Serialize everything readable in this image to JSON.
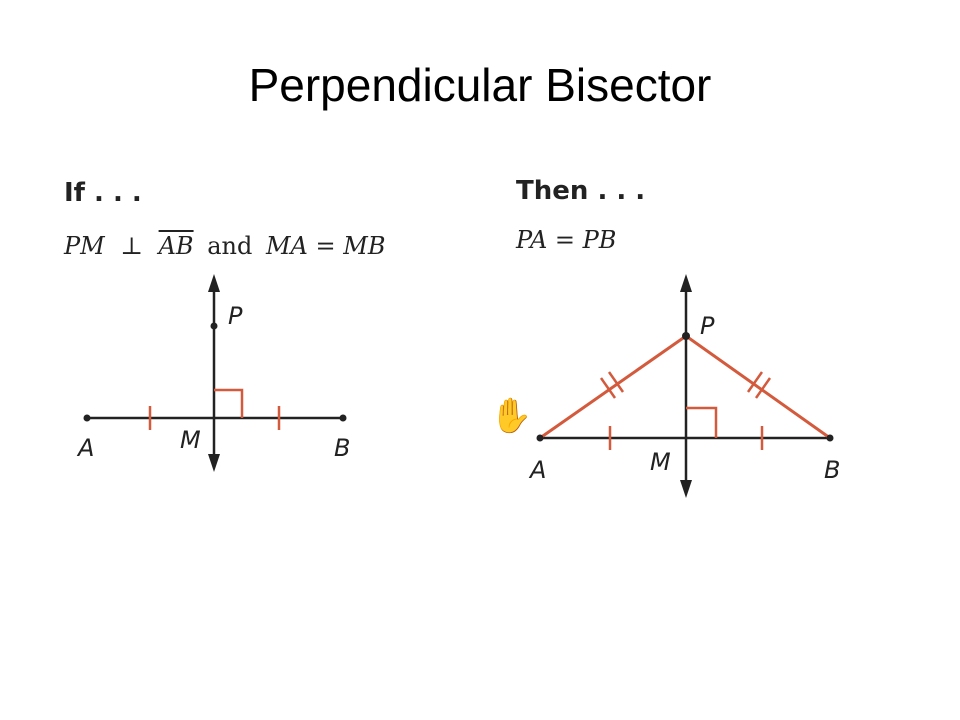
{
  "title": "Perpendicular Bisector",
  "left": {
    "heading": "If . . .",
    "stmt_pm": "PM",
    "stmt_perp": "⊥",
    "stmt_ab": "AB",
    "stmt_and": "and",
    "stmt_eq": "MA = MB",
    "points": {
      "A": "A",
      "M": "M",
      "B": "B",
      "P": "P"
    }
  },
  "right": {
    "heading": "Then . . .",
    "stmt": "PA = PB",
    "points": {
      "A": "A",
      "M": "M",
      "B": "B",
      "P": "P"
    }
  },
  "colors": {
    "accent": "#d35a3c",
    "line": "#222222"
  },
  "icons": [
    "hand-cursor-icon"
  ]
}
